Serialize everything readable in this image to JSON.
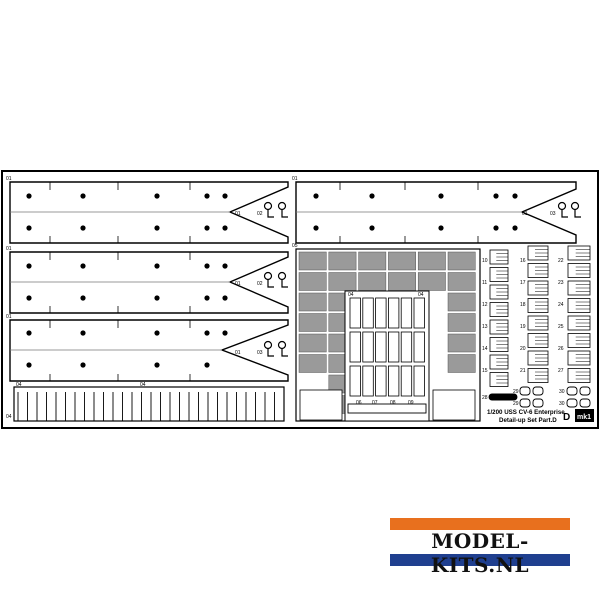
{
  "sheet": {
    "part_no": "01",
    "part_no_alt": "02",
    "part_no_three": "03",
    "part_no_four": "04",
    "part_no_five": "05",
    "small_labels": [
      "06",
      "07",
      "08",
      "09"
    ],
    "ladder_nums_left": [
      "10",
      "11",
      "12",
      "13",
      "14",
      "15"
    ],
    "ladder_nums_mid": [
      "16",
      "17",
      "18",
      "19",
      "20",
      "21"
    ],
    "ladder_nums_right": [
      "22",
      "23",
      "24",
      "25",
      "26",
      "27"
    ],
    "misc_nums": [
      "28",
      "29",
      "29",
      "30",
      "30"
    ],
    "title_line1": "1/200 USS CV-6 Enterprise",
    "title_line2": "Detail-up Set Part.D",
    "set_letter": "D",
    "brand_mark": "mk1"
  },
  "logo": {
    "text": "MODEL-KITS.NL",
    "colors": {
      "top": "#e8701e",
      "middle": "#ffffff",
      "bottom": "#1f3f8f"
    }
  },
  "colors": {
    "ink": "#000000",
    "panel": "#9a9a9a",
    "paper": "#ffffff"
  }
}
